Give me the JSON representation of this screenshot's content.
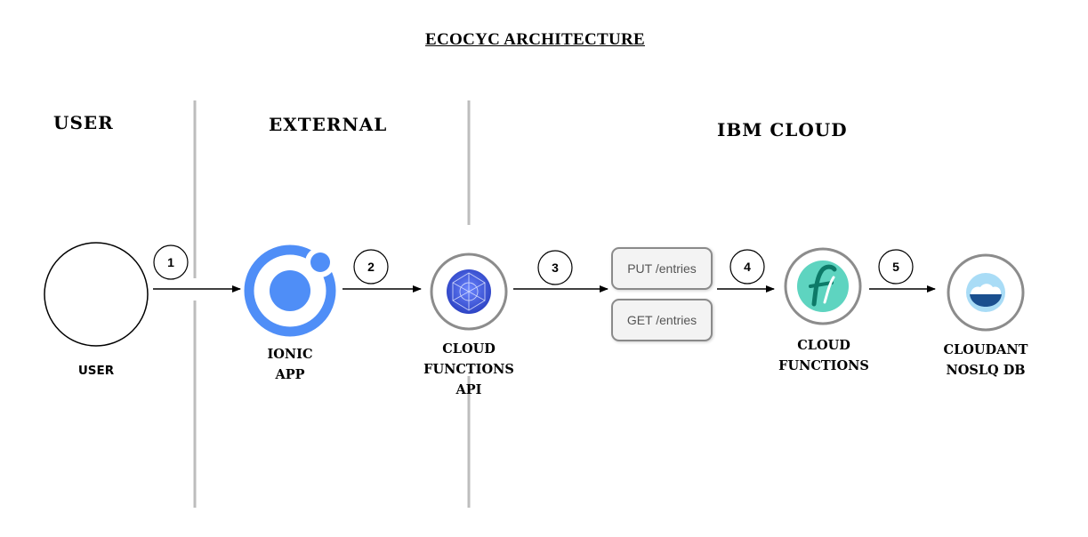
{
  "title": "ECOCYC ARCHITECTURE",
  "sections": {
    "user": "USER",
    "external": "EXTERNAL",
    "cloud": "IBM CLOUD"
  },
  "nodes": {
    "user": "USER",
    "ionic": "IONIC\nAPP",
    "cf_api": "CLOUD\nFUNCTIONS\nAPI",
    "cf": "CLOUD\nFUNCTIONS",
    "cloudant": "CLOUDANT\nNOSLQ DB"
  },
  "endpoints": {
    "put": "PUT /entries",
    "get": "GET /entries"
  },
  "steps": [
    "1",
    "2",
    "3",
    "4",
    "5"
  ],
  "colors": {
    "ionic_blue": "#4f8ef7",
    "divider": "#bdbdbd",
    "functions_teal": "#5ed4c0",
    "functions_dark": "#0d7a68",
    "cloudant_blue": "#2f8fd8",
    "api_blue": "#3d5bd9"
  },
  "icons": {
    "ionic": "ionic-logo-icon",
    "cf_api": "api-globe-icon",
    "cf": "cloud-functions-icon",
    "cloudant": "cloudant-icon"
  }
}
